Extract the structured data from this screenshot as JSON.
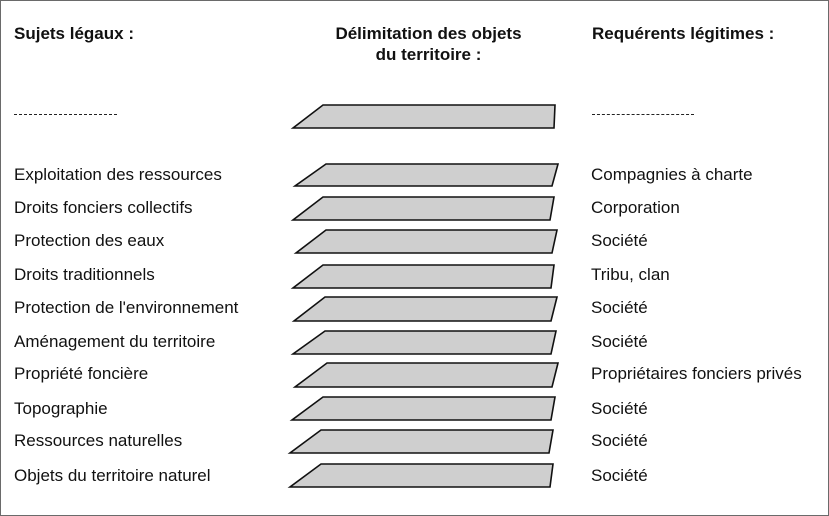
{
  "headers": {
    "left": "Sujets légaux :",
    "middle_line1": "Délimitation des objets",
    "middle_line2": "du territoire :",
    "right": "Requérents légitimes :"
  },
  "rows": [
    {
      "subject": "Exploitation des ressources",
      "requerent": "Compagnies à charte"
    },
    {
      "subject": "Droits fonciers collectifs",
      "requerent": "Corporation"
    },
    {
      "subject": "Protection des eaux",
      "requerent": "Société"
    },
    {
      "subject": "Droits traditionnels",
      "requerent": "Tribu, clan"
    },
    {
      "subject": "Protection de l'environnement",
      "requerent": "Société"
    },
    {
      "subject": "Aménagement du territoire",
      "requerent": "Société"
    },
    {
      "subject": "Propriété foncière",
      "requerent": "Propriétaires fonciers privés"
    },
    {
      "subject": "Topographie",
      "requerent": "Société"
    },
    {
      "subject": "Ressources naturelles",
      "requerent": "Société"
    },
    {
      "subject": "Objets du territoire naturel",
      "requerent": "Société"
    }
  ],
  "colors": {
    "layer_fill": "#cfcfcf",
    "layer_stroke": "#111111",
    "border": "#6a6a6a"
  }
}
